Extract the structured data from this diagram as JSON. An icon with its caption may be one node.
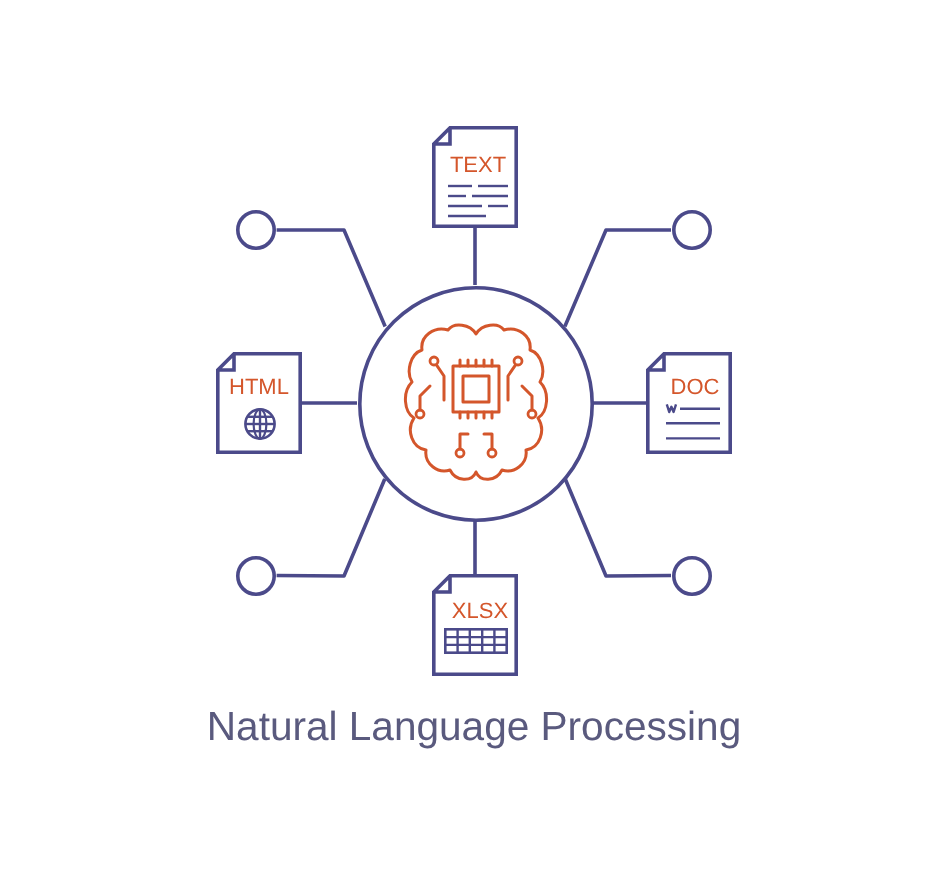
{
  "diagram": {
    "caption": "Natural Language Processing",
    "nodes": [
      {
        "text": [
          "TEXT"
        ]
      },
      {
        "text": [],
        "shape": "circle"
      },
      {
        "text": [],
        "shape": "circle"
      },
      {
        "text": [],
        "shape": "circle"
      },
      {
        "text": [
          "HTML"
        ]
      },
      {
        "text": [
          "DOC"
        ]
      },
      {
        "text": [],
        "shape": "circle"
      },
      {
        "text": [],
        "shape": "circle"
      },
      {
        "text": [
          "XLSX"
        ]
      }
    ],
    "edges": [
      {
        "from": 3,
        "to": 0,
        "arrow": "none"
      },
      {
        "from": 3,
        "to": 1,
        "arrow": "none"
      },
      {
        "from": 3,
        "to": 2,
        "arrow": "none"
      },
      {
        "from": 3,
        "to": 4,
        "arrow": "none"
      },
      {
        "from": 3,
        "to": 5,
        "arrow": "none"
      },
      {
        "from": 3,
        "to": 6,
        "arrow": "none"
      },
      {
        "from": 3,
        "to": 7,
        "arrow": "none"
      },
      {
        "from": 3,
        "to": 8,
        "arrow": "none"
      }
    ]
  }
}
